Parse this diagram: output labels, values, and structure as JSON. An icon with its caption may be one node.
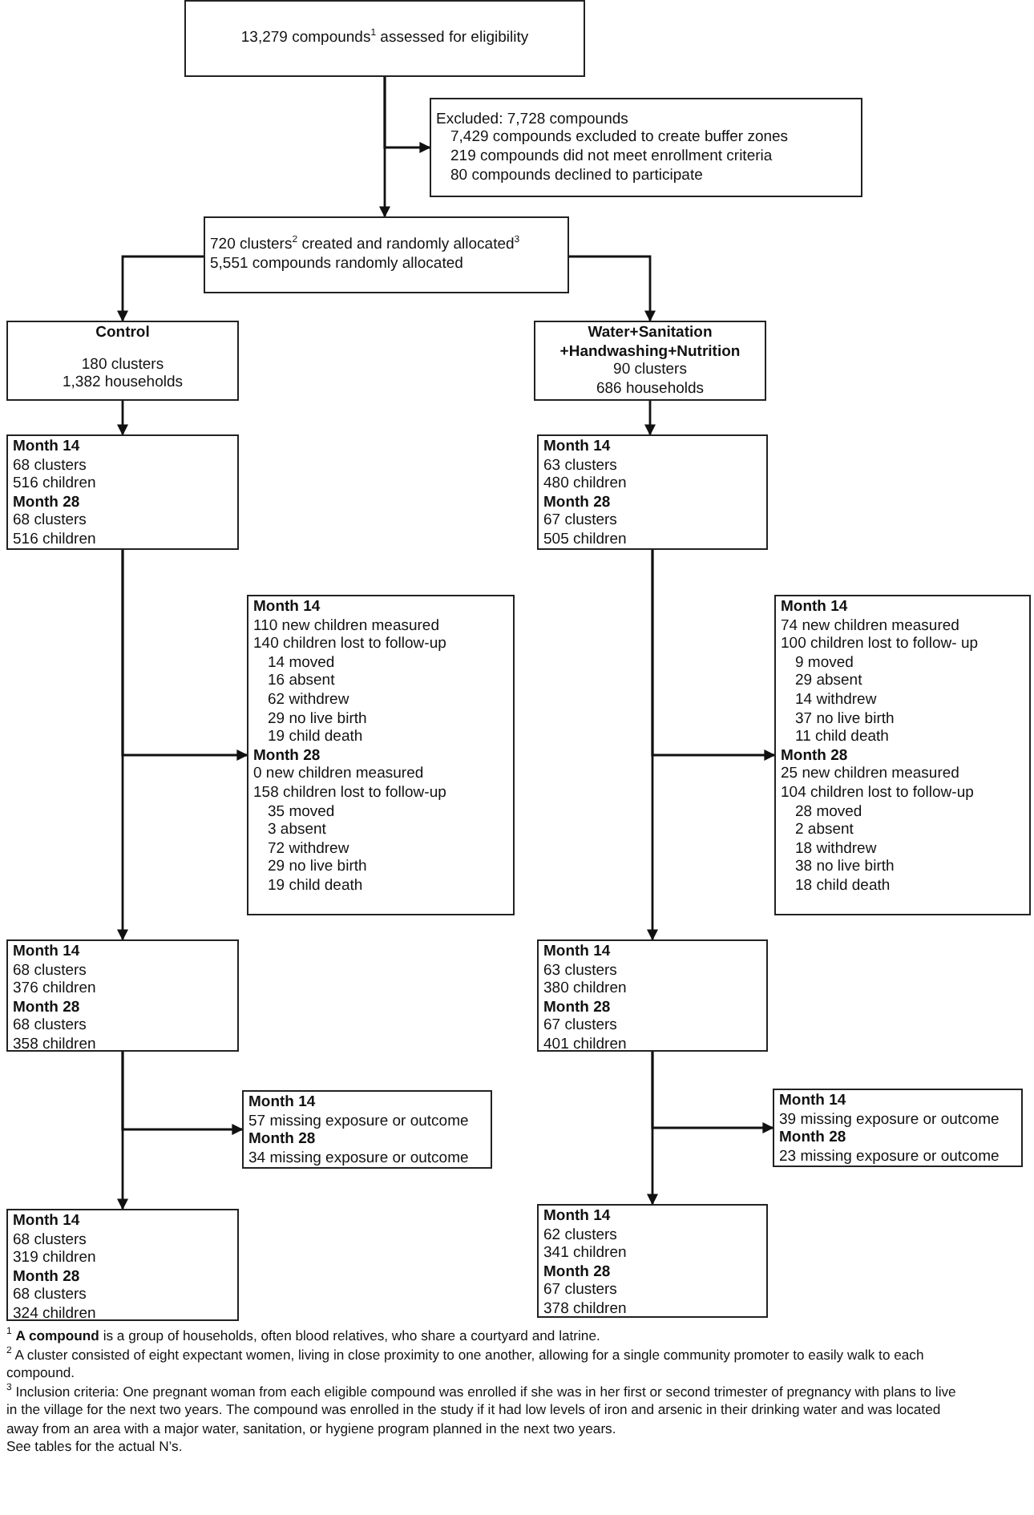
{
  "diagram": {
    "nodes": [
      {
        "text": [
          "13,279 compounds$^{1}$ assessed for eligibility"
        ]
      },
      {
        "text": [
          "Excluded: 7,728 compounds",
          "7,429 compounds excluded to create buffer zones",
          "219 compounds did not meet enrollment criteria",
          "80 compounds declined to participate"
        ]
      },
      {
        "text": [
          "720 clusters$^{2}$ created and randomly allocated$^{3}$",
          "5,551 compounds randomly allocated"
        ]
      },
      {
        "text": [
          "Control",
          "180 clusters",
          "1,382 households"
        ]
      },
      {
        "text": [
          "Water+Sanitation +Handwashing+Nutrition",
          "90 clusters",
          "686 households"
        ]
      },
      {
        "text": [
          "Month 14",
          "68 clusters",
          "516 children",
          "Month 28",
          "68 clusters",
          "516 children"
        ]
      },
      {
        "text": [
          "Month 14",
          "63 clusters",
          "480 children",
          "Month 28",
          "67 clusters",
          "505 children"
        ]
      },
      {
        "text": [
          "Month 14",
          "110 new children measured",
          "140 children lost to follow-up",
          "14 moved",
          "16 absent",
          "62 withdrew",
          "29 no live birth",
          "19 child death",
          "Month 28",
          "0 new children measured",
          "158 children lost to follow-up",
          "35 moved",
          "3 absent",
          "72 withdrew",
          "29 no live birth",
          "19 child death"
        ]
      },
      {
        "text": [
          "Month 14",
          "74 new children measured",
          "100 children lost to follow- up",
          "9 moved",
          "29 absent",
          "14 withdrew",
          "37 no live birth",
          "11 child death",
          "Month 28",
          "25 new children measured",
          "104 children lost to follow-up",
          "28 moved",
          "2 absent",
          "18 withdrew",
          "38 no live birth",
          "18 child death"
        ]
      },
      {
        "text": [
          "Month 14",
          "68 clusters",
          "376 children",
          "Month 28",
          "68 clusters",
          "358 children"
        ]
      },
      {
        "text": [
          "Month 14",
          "63 clusters",
          "380 children",
          "Month 28",
          "67 clusters",
          "401 children"
        ]
      },
      {
        "text": [
          "Month 14",
          "57 missing exposure or outcome",
          "Month 28",
          "34 missing exposure or outcome"
        ]
      },
      {
        "text": [
          "Month 14",
          "39 missing exposure or outcome",
          "Month 28",
          "23 missing exposure or outcome"
        ]
      },
      {
        "text": [
          "Month 14",
          "68 clusters",
          "319 children",
          "Month 28",
          "68 clusters",
          "324 children"
        ]
      },
      {
        "text": [
          "Month 14",
          "62 clusters",
          "341 children",
          "Month 28",
          "67 clusters",
          "378 children"
        ]
      }
    ],
    "edges": [
      {
        "from": 0,
        "to": 2,
        "arrow": "to"
      },
      {
        "from": 0,
        "to": 1,
        "arrow": "to"
      },
      {
        "from": 2,
        "to": 3,
        "arrow": "to"
      },
      {
        "from": 2,
        "to": 4,
        "arrow": "to"
      },
      {
        "from": 3,
        "to": 5,
        "arrow": "to"
      },
      {
        "from": 4,
        "to": 6,
        "arrow": "to"
      },
      {
        "from": 5,
        "to": 9,
        "arrow": "to"
      },
      {
        "from": 5,
        "to": 7,
        "arrow": "to"
      },
      {
        "from": 6,
        "to": 10,
        "arrow": "to"
      },
      {
        "from": 6,
        "to": 8,
        "arrow": "to"
      },
      {
        "from": 9,
        "to": 13,
        "arrow": "to"
      },
      {
        "from": 9,
        "to": 11,
        "arrow": "to"
      },
      {
        "from": 10,
        "to": 14,
        "arrow": "to"
      },
      {
        "from": 10,
        "to": 12,
        "arrow": "to"
      }
    ],
    "labels": [
      "$^{1}$ **A compound** is a group of households, often blood relatives, who share a courtyard and latrine.",
      "$^{2}$ A cluster consisted of eight expectant women, living in close proximity to one another, allowing for a single community promoter to easily walk to each compound.",
      "$^{3}$ Inclusion criteria: One pregnant woman from each eligible compound was enrolled if she was in her first or second trimester of pregnancy with plans to live in the village for the next two years. The compound was enrolled in the study if it had low levels of iron and arsenic in their drinking water and was located away from an area with a major water, sanitation, or hygiene program planned in the next two years.",
      "See tables for the actual N’s."
    ]
  }
}
